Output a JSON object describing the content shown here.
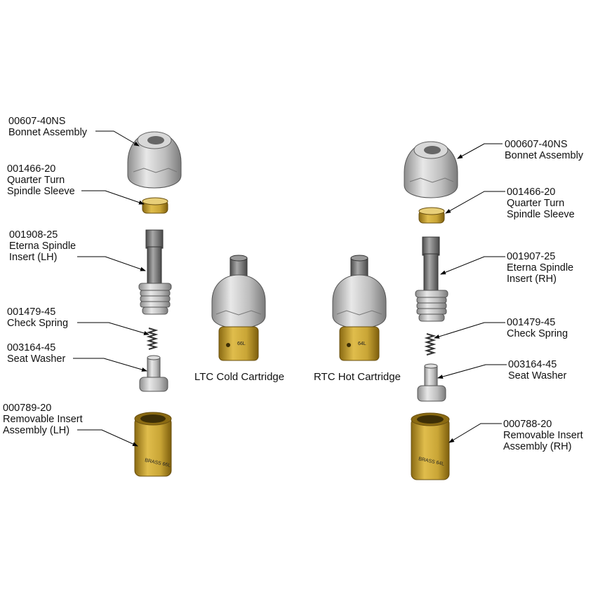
{
  "left_parts": [
    {
      "number": "00607-40NS",
      "name_lines": [
        "Bonnet Assembly"
      ]
    },
    {
      "number": "001466-20",
      "name_lines": [
        "Quarter Turn",
        "Spindle Sleeve"
      ]
    },
    {
      "number": "001908-25",
      "name_lines": [
        "Eterna Spindle",
        "Insert (LH)"
      ]
    },
    {
      "number": "001479-45",
      "name_lines": [
        "Check Spring"
      ]
    },
    {
      "number": "003164-45",
      "name_lines": [
        "Seat Washer"
      ]
    },
    {
      "number": "000789-20",
      "name_lines": [
        "Removable Insert",
        "Assembly (LH)"
      ]
    }
  ],
  "right_parts": [
    {
      "number": "000607-40NS",
      "name_lines": [
        "Bonnet Assembly"
      ]
    },
    {
      "number": "001466-20",
      "name_lines": [
        "Quarter Turn",
        "Spindle Sleeve"
      ]
    },
    {
      "number": "001907-25",
      "name_lines": [
        "Eterna Spindle",
        "Insert (RH)"
      ]
    },
    {
      "number": "001479-45",
      "name_lines": [
        "Check Spring"
      ]
    },
    {
      "number": "003164-45",
      "name_lines": [
        "Seat Washer"
      ]
    },
    {
      "number": "000788-20",
      "name_lines": [
        "Removable Insert",
        "Assembly (RH)"
      ]
    }
  ],
  "cartridges": [
    {
      "caption": "LTC Cold Cartridge",
      "stamp": "66L"
    },
    {
      "caption": "RTC Hot Cartridge",
      "stamp": "64L"
    }
  ],
  "insert_stamps": {
    "left": "BRASS 66L",
    "right": "BRASS 64L"
  },
  "colors": {
    "brass": "#c9a536",
    "brass_dark": "#8a6a12",
    "steel": "#c8c8c8",
    "steel_dark": "#7a7a7a",
    "line": "#000000"
  }
}
